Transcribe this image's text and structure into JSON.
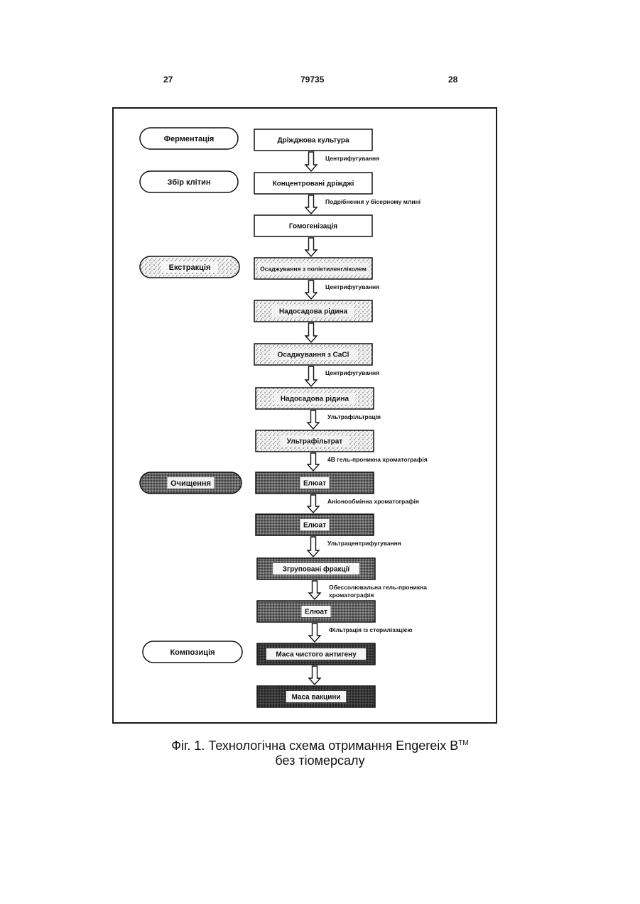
{
  "header": {
    "left": "27",
    "center": "79735",
    "right": "28"
  },
  "stages": [
    {
      "label": "Ферментація",
      "shade": "light"
    },
    {
      "label": "Збір клітин",
      "shade": "light"
    },
    {
      "label": "Екстракція",
      "shade": "speckle"
    },
    {
      "label": "Очищення",
      "shade": "mid"
    },
    {
      "label": "Композиція",
      "shade": "light"
    }
  ],
  "steps": [
    {
      "label": "Дріжджова культура",
      "shade": "light"
    },
    {
      "label": "Концентровані дріжджі",
      "shade": "light"
    },
    {
      "label": "Гомогенізація",
      "shade": "light"
    },
    {
      "label": "Осаджування з поліетиленгліколем",
      "shade": "speckle"
    },
    {
      "label": "Надосадова рідина",
      "shade": "speckle"
    },
    {
      "label": "Осаджування з CaCl",
      "shade": "speckle"
    },
    {
      "label": "Надосадова рідина",
      "shade": "speckle"
    },
    {
      "label": "Ультрафільтрат",
      "shade": "speckle"
    },
    {
      "label": "Елюат",
      "shade": "mid"
    },
    {
      "label": "Елюат",
      "shade": "mid"
    },
    {
      "label": "Згруповані фракції",
      "shade": "mid"
    },
    {
      "label": "Елюат",
      "shade": "mid"
    },
    {
      "label": "Маса чистого антигену",
      "shade": "dark"
    },
    {
      "label": "Маса вакцини",
      "shade": "dark"
    }
  ],
  "transitions": [
    [
      "Центрифугування"
    ],
    [
      "Подрібнення у бісерному млині"
    ],
    [],
    [
      "Центрифугування"
    ],
    [],
    [
      "Центрифугування"
    ],
    [
      "Ультрафільтрація"
    ],
    [
      "4B гель-проникна хроматографія"
    ],
    [
      "Аніонообмінна хроматографія"
    ],
    [
      "Ультрацентрифугування"
    ],
    [
      "Обессолювальна гель-проникна",
      "хроматографія"
    ],
    [
      "Фільтрація із стерилізацією"
    ],
    []
  ],
  "caption": {
    "line1": "Фіг. 1. Технологічна схема отримання Engereix B",
    "tm": "TM",
    "line2": "без тіомерсалу"
  }
}
